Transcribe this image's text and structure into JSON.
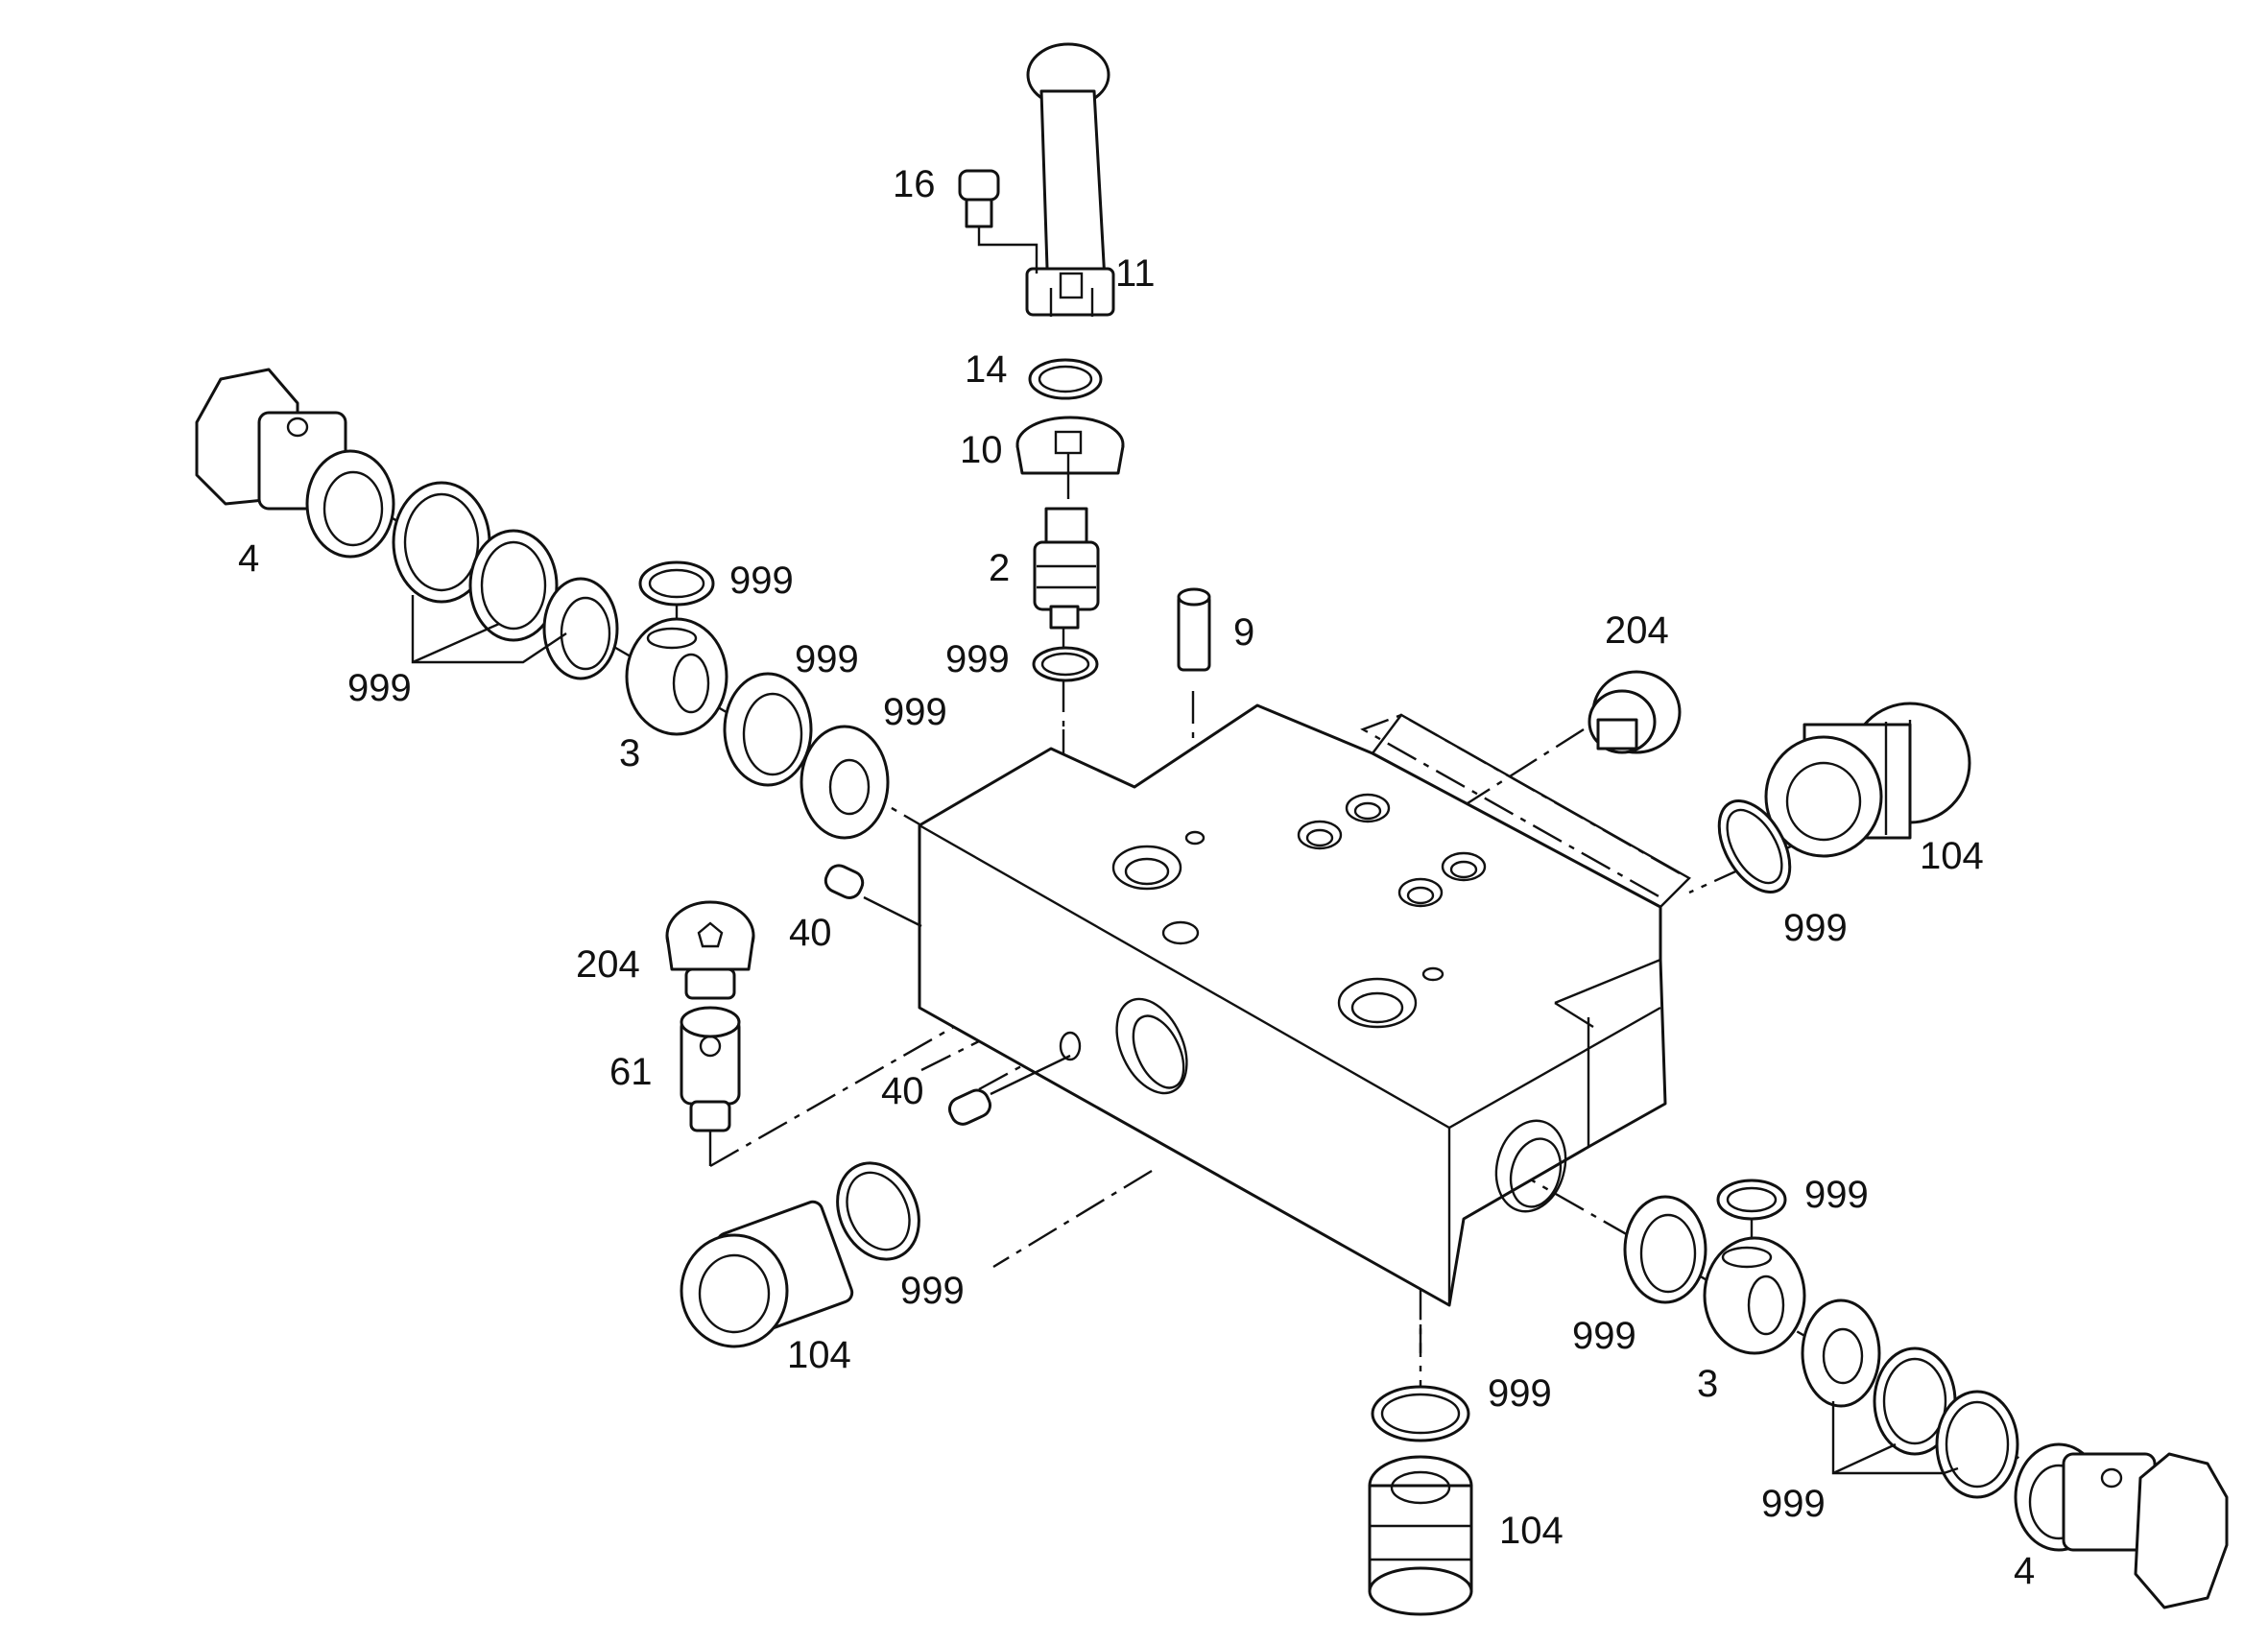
{
  "callouts": {
    "part_16": "16",
    "part_11": "11",
    "part_14": "14",
    "part_10": "10",
    "part_2": "2",
    "part_999_stem": "999",
    "part_9": "9",
    "part_204_right": "204",
    "part_104_right": "104",
    "part_999_right": "999",
    "part_4_left": "4",
    "part_999_left_group": "999",
    "part_999_left_washer": "999",
    "part_3_left": "3",
    "part_999_left_seal": "999",
    "part_999_left_ring": "999",
    "part_40_upper": "40",
    "part_204_left": "204",
    "part_61": "61",
    "part_40_lower": "40",
    "part_999_front": "999",
    "part_104_front": "104",
    "part_999_bottom": "999",
    "part_104_bottom": "104",
    "part_999_right_washer": "999",
    "part_999_right_seal": "999",
    "part_3_right": "3",
    "part_999_right_group": "999",
    "part_4_right": "4"
  },
  "colors": {
    "line": "#111111",
    "background": "#ffffff"
  }
}
